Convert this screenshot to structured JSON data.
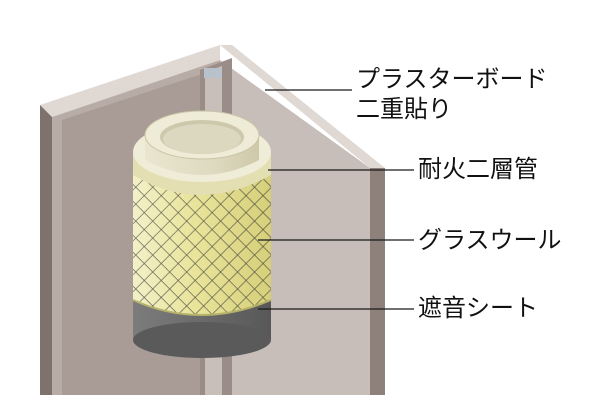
{
  "labels": {
    "plasterboard_line1": "プラスターボード",
    "plasterboard_line2": "二重貼り",
    "fireproof_pipe": "耐火二層管",
    "glass_wool": "グラスウール",
    "sound_sheet": "遮音シート"
  },
  "colors": {
    "board_light": "#d9d1cc",
    "board_face": "#b9aca6",
    "board_dark": "#8c7e79",
    "board_edge": "#6f625e",
    "pipe_cream": "#e6e2c6",
    "wool_yellow": "#e8e49a",
    "wool_mesh": "#3b3b3b",
    "sheet_gray": "#6f6f6f",
    "leader": "#1a1a1a"
  }
}
